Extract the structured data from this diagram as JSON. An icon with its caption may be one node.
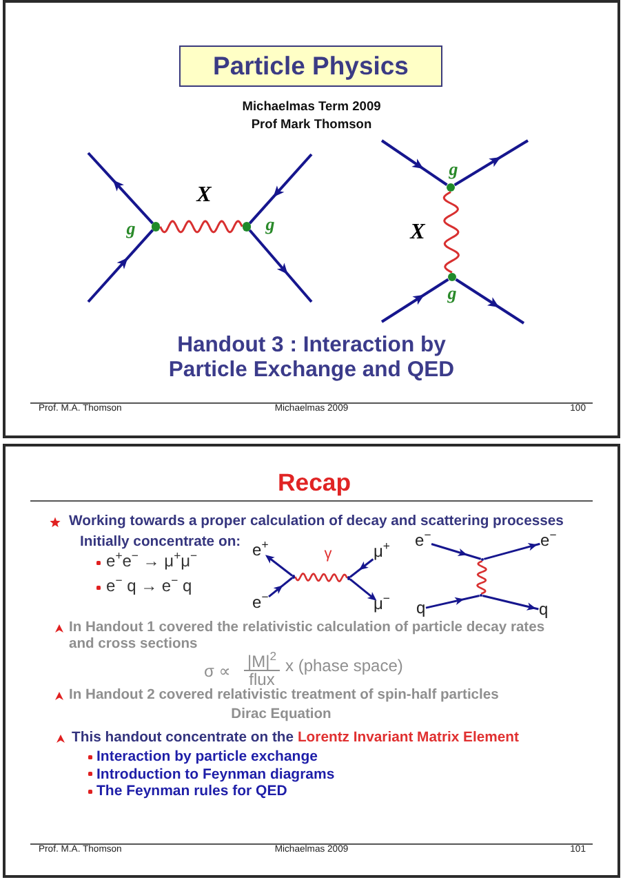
{
  "diagram": {
    "nodes": [
      {
        "text": [
          "Particle Physics"
        ]
      },
      {
        "text": [],
        "shape": "circle",
        "beside": [
          "g"
        ]
      },
      {
        "text": [],
        "shape": "circle",
        "beside": [
          "g"
        ]
      },
      {
        "text": [],
        "shape": "circle",
        "beside": [
          "g"
        ]
      },
      {
        "text": [],
        "shape": "circle",
        "beside": [
          "g"
        ]
      },
      {
        "text": [
          "e$^{+}$"
        ]
      },
      {
        "text": [
          "μ$^{+}$"
        ]
      },
      {
        "text": [],
        "shape": "point"
      },
      {
        "text": [],
        "shape": "point"
      },
      {
        "text": [
          "e$^{−}$"
        ]
      },
      {
        "text": [
          "μ$^{−}$"
        ]
      },
      {
        "text": [
          "e$^{−}$"
        ]
      },
      {
        "text": [
          "e$^{−}$"
        ]
      },
      {
        "text": [],
        "shape": "point"
      },
      {
        "text": [],
        "shape": "point"
      },
      {
        "text": [
          "q"
        ]
      },
      {
        "text": [
          "q"
        ]
      }
    ],
    "edges": [
      {
        "from": 1,
        "to": null,
        "arrow": "to"
      },
      {
        "from": null,
        "to": 1,
        "arrow": "to"
      },
      {
        "from": null,
        "to": 2,
        "arrow": "to"
      },
      {
        "from": 2,
        "to": null,
        "arrow": "to"
      },
      {
        "from": 1,
        "to": 2,
        "arrow": "none",
        "label": "X",
        "color": "#d83030"
      },
      {
        "from": null,
        "to": 3,
        "arrow": "to"
      },
      {
        "from": 3,
        "to": null,
        "arrow": "to"
      },
      {
        "from": null,
        "to": 4,
        "arrow": "to"
      },
      {
        "from": 4,
        "to": null,
        "arrow": "to"
      },
      {
        "from": 3,
        "to": 4,
        "arrow": "none",
        "label": "X",
        "color": "#d83030"
      },
      {
        "from": 7,
        "to": 5,
        "arrow": "to"
      },
      {
        "from": 9,
        "to": 7,
        "arrow": "to"
      },
      {
        "from": 6,
        "to": 8,
        "arrow": "to"
      },
      {
        "from": 8,
        "to": 10,
        "arrow": "to"
      },
      {
        "from": 7,
        "to": 8,
        "arrow": "none",
        "label": "γ",
        "color": "#d83030"
      },
      {
        "from": 11,
        "to": 13,
        "arrow": "to"
      },
      {
        "from": 13,
        "to": 12,
        "arrow": "to"
      },
      {
        "from": 15,
        "to": 14,
        "arrow": "to"
      },
      {
        "from": 14,
        "to": 16,
        "arrow": "to"
      },
      {
        "from": 13,
        "to": 14,
        "arrow": "none",
        "color": "#d83030"
      }
    ],
    "labels": [
      "Michaelmas Term 2009",
      "Prof Mark Thomson",
      "Handout 3 : Interaction by Particle Exchange and QED",
      "Prof. M.A. Thomson",
      "Michaelmas 2009",
      "100",
      "Recap",
      "Working towards a proper calculation of decay and scattering processes",
      "Initially concentrate on:",
      "e$^{+}$e$^{−}$ → μ$^{+}$μ$^{−}$",
      "e$^{−}$ q → e$^{−}$ q",
      "In Handout 1 covered the relativistic calculation of particle decay rates and cross sections",
      "σ ∝",
      "|M|$^{2}$",
      "flux",
      "x (phase space)",
      "In Handout 2 covered relativistic treatment of spin-half particles",
      "Dirac Equation",
      "This handout concentrate on the **Lorentz Invariant Matrix Element**",
      "Interaction by particle exchange",
      "Introduction to Feynman diagrams",
      "The Feynman rules for QED",
      "Prof. M.A. Thomson",
      "Michaelmas 2009",
      "101"
    ]
  }
}
